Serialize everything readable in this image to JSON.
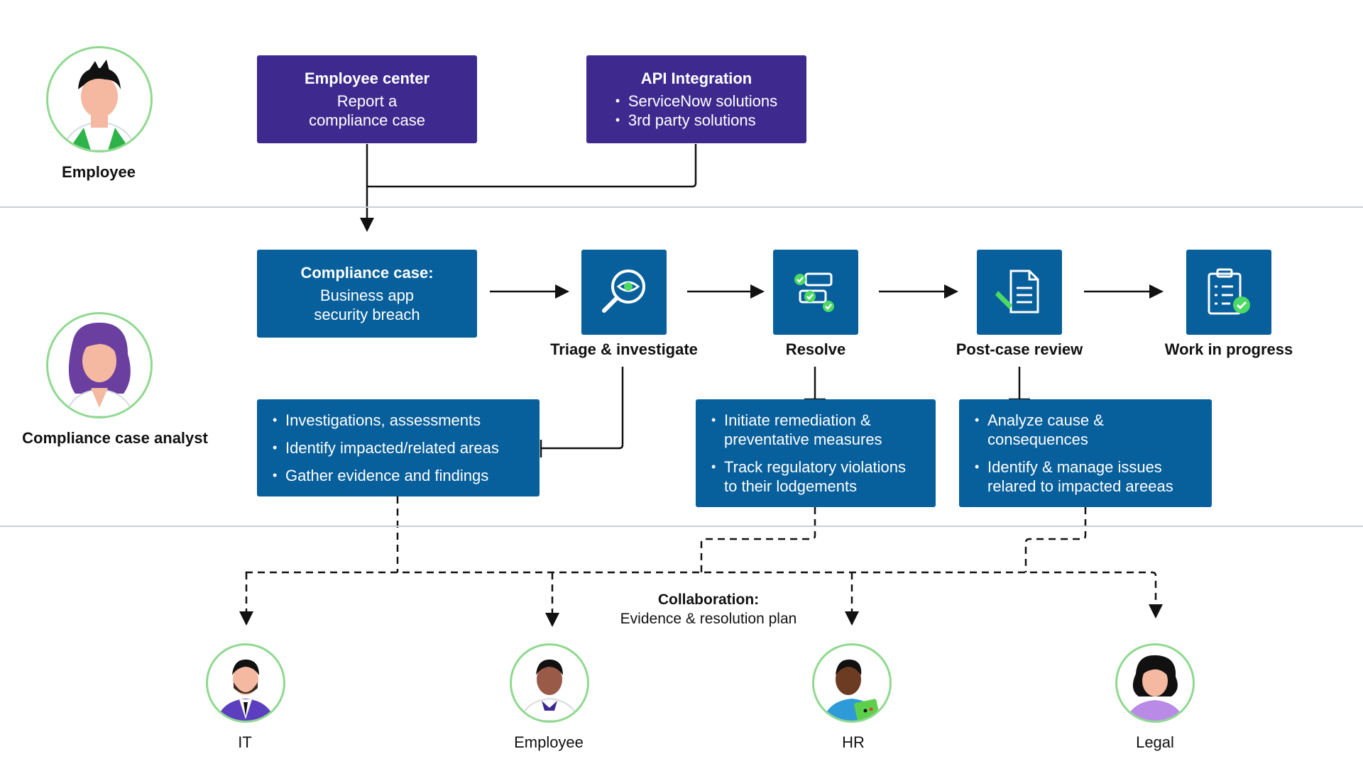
{
  "colors": {
    "purple": "#3e2a8e",
    "blue": "#075f9b",
    "avatar_ring": "#8fd98f",
    "check_green": "#4cd964"
  },
  "lanes": {
    "employee_lane": {
      "role": "Employee"
    },
    "analyst_lane": {
      "role": "Compliance case analyst"
    }
  },
  "intake": {
    "employee_center": {
      "title": "Employee center",
      "lines": [
        "Report a",
        "compliance case"
      ]
    },
    "api_integration": {
      "title": "API Integration",
      "items": [
        "ServiceNow solutions",
        "3rd party solutions"
      ]
    }
  },
  "case_box": {
    "title": "Compliance case:",
    "lines": [
      "Business app",
      "security breach"
    ]
  },
  "steps": [
    {
      "label": "Triage & investigate",
      "icon": "magnifier-eye-icon"
    },
    {
      "label": "Resolve",
      "icon": "workflow-checks-icon"
    },
    {
      "label": "Post-case review",
      "icon": "document-pen-icon"
    },
    {
      "label": "Work in progress",
      "icon": "clipboard-check-icon"
    }
  ],
  "details": {
    "triage": [
      "Investigations, assessments",
      "Identify impacted/related areas",
      "Gather evidence and findings"
    ],
    "resolve": [
      "Initiate remediation & preventative measures",
      "Track regulatory violations to their lodgements"
    ],
    "review": [
      "Analyze cause & consequences",
      "Identify & manage issues relared to impacted areeas"
    ]
  },
  "collaboration": {
    "title": "Collaboration:",
    "subtitle": "Evidence & resolution plan"
  },
  "teams": [
    {
      "label": "IT",
      "avatar": "it-avatar-icon"
    },
    {
      "label": "Employee",
      "avatar": "employee-avatar-icon"
    },
    {
      "label": "HR",
      "avatar": "hr-avatar-icon"
    },
    {
      "label": "Legal",
      "avatar": "legal-avatar-icon"
    }
  ]
}
